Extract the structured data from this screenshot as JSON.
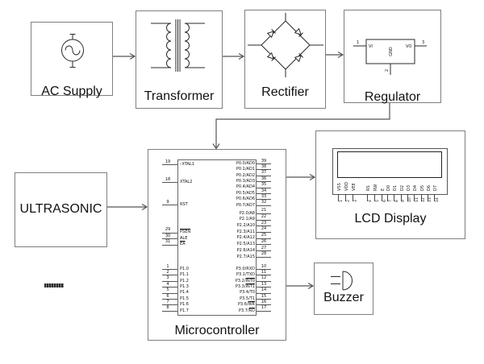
{
  "diagram": {
    "blocks": {
      "ac_supply": {
        "label": "AC Supply",
        "icon": "ac-source-icon"
      },
      "transformer": {
        "label": "Transformer",
        "icon": "transformer-coils-icon"
      },
      "rectifier": {
        "label": "Rectifier",
        "icon": "diode-bridge-icon"
      },
      "regulator": {
        "label": "Regulator",
        "icon": "regulator-ic-icon",
        "ic": {
          "vi": "VI",
          "vo": "VO",
          "gnd": "GND",
          "pin1": "1",
          "pin2": "2",
          "pin3": "3"
        }
      },
      "ultrasonic": {
        "label": "ULTRASONIC"
      },
      "microcontroller": {
        "label": "Microcontroller",
        "left_pins_top": [
          {
            "num": "19",
            "name": "XTAL1",
            "clk": true
          },
          {
            "num": "18",
            "name": "XTAL2"
          },
          {
            "num": "9",
            "name": "RST"
          },
          {
            "num": "29",
            "name": "",
            "ov": "PSEN"
          },
          {
            "num": "30",
            "name": "ALE"
          },
          {
            "num": "31",
            "name": "",
            "ov": "EA"
          }
        ],
        "left_pins_p1": [
          {
            "num": "1",
            "name": "P1.0"
          },
          {
            "num": "2",
            "name": "P1.1"
          },
          {
            "num": "3",
            "name": "P1.2"
          },
          {
            "num": "4",
            "name": "P1.3"
          },
          {
            "num": "5",
            "name": "P1.4"
          },
          {
            "num": "6",
            "name": "P1.5"
          },
          {
            "num": "7",
            "name": "P1.6"
          },
          {
            "num": "8",
            "name": "P1.7"
          }
        ],
        "right_pin_groups": [
          [
            {
              "num": "39",
              "name": "P0.0/AD0"
            },
            {
              "num": "38",
              "name": "P0.1/AD1"
            },
            {
              "num": "37",
              "name": "P0.2/AD2"
            },
            {
              "num": "36",
              "name": "P0.3/AD3"
            },
            {
              "num": "35",
              "name": "P0.4/AD4"
            },
            {
              "num": "34",
              "name": "P0.5/AD5"
            },
            {
              "num": "33",
              "name": "P0.6/AD6"
            },
            {
              "num": "32",
              "name": "P0.7/AD7"
            }
          ],
          [
            {
              "num": "21",
              "name": "P2.0/A8"
            },
            {
              "num": "22",
              "name": "P2.1/A9"
            },
            {
              "num": "23",
              "name": "P2.2/A10"
            },
            {
              "num": "24",
              "name": "P2.3/A11"
            },
            {
              "num": "25",
              "name": "P2.4/A12"
            },
            {
              "num": "26",
              "name": "P2.5/A13"
            },
            {
              "num": "27",
              "name": "P2.6/A14"
            },
            {
              "num": "28",
              "name": "P2.7/A15"
            }
          ],
          [
            {
              "num": "10",
              "name": "P3.0/RXD"
            },
            {
              "num": "11",
              "name": "P3.1/TXD"
            },
            {
              "num": "12",
              "name": "P3.2/",
              "ov": "INT0"
            },
            {
              "num": "13",
              "name": "P3.3/",
              "ov": "INT1"
            },
            {
              "num": "14",
              "name": "P3.4/T0"
            },
            {
              "num": "15",
              "name": "P3.5/T1"
            },
            {
              "num": "16",
              "name": "P3.6/",
              "ov": "WR"
            },
            {
              "num": "17",
              "name": "P3.7/",
              "ov": "RD"
            }
          ]
        ]
      },
      "lcd": {
        "label": "LCD Display",
        "icon": "lcd-module-icon",
        "pins": [
          {
            "num": "1",
            "name": "VSS"
          },
          {
            "num": "2",
            "name": "VDD"
          },
          {
            "num": "3",
            "name": "VEE"
          },
          {
            "num": "4",
            "name": "RS"
          },
          {
            "num": "5",
            "name": "RW"
          },
          {
            "num": "6",
            "name": "E"
          },
          {
            "num": "7",
            "name": "D0"
          },
          {
            "num": "8",
            "name": "D1"
          },
          {
            "num": "9",
            "name": "D2"
          },
          {
            "num": "10",
            "name": "D3"
          },
          {
            "num": "11",
            "name": "D4"
          },
          {
            "num": "12",
            "name": "D5"
          },
          {
            "num": "13",
            "name": "D6"
          },
          {
            "num": "14",
            "name": "D7"
          }
        ]
      },
      "buzzer": {
        "label": "Buzzer",
        "icon": "buzzer-icon"
      }
    }
  }
}
